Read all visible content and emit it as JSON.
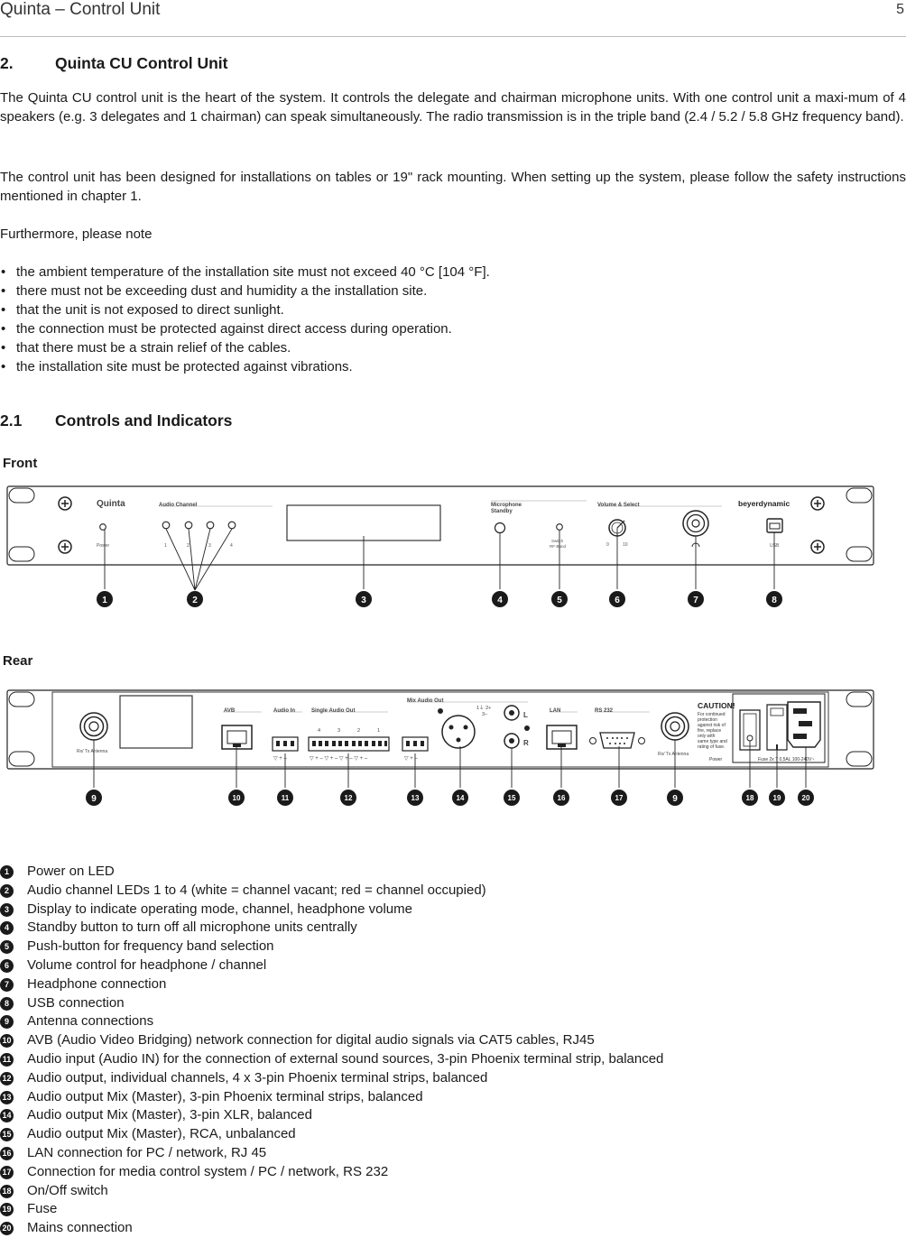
{
  "header": {
    "title": "Quinta – Control Unit",
    "page_number": "5"
  },
  "section2": {
    "number": "2.",
    "title": "Quinta CU Control Unit",
    "paragraphs": [
      "The Quinta CU control unit is the heart of the system. It controls the delegate and chairman microphone units. With one control unit a maxi-mum of 4 speakers (e.g. 3 delegates and 1 chairman) can speak simultaneously. The radio transmission is in the triple band (2.4 / 5.2 / 5.8 GHz frequency band).",
      "The control unit has been designed for installations on tables or 19\" rack mounting. When setting up the system, please follow the safety instructions mentioned in chapter 1.",
      "Furthermore, please note"
    ],
    "bullets": [
      "the ambient temperature of the installation site must not exceed 40 °C [104 °F].",
      "there must not be exceeding dust and humidity a the installation site.",
      "that the unit is not exposed to direct sunlight.",
      "the connection must be protected against direct access during operation.",
      "that there must be a strain relief of the cables.",
      "the installation site must be protected against vibrations."
    ]
  },
  "section21": {
    "number": "2.1",
    "title": "Controls and Indicators"
  },
  "front": {
    "label": "Front",
    "brand": "Quinta",
    "audio_channel": "Audio Channel",
    "channels": [
      "1",
      "2",
      "3",
      "4"
    ],
    "power": "Power",
    "mic_standby_1": "Microphone",
    "mic_standby_2": "Standby",
    "switch_1": "Switch",
    "switch_2": "RF-Band",
    "volume_select": "Volume & Select",
    "vol_min": "0",
    "vol_max": "10",
    "logo": "beyerdynamic",
    "usb": "USB",
    "callouts": [
      "1",
      "2",
      "3",
      "4",
      "5",
      "6",
      "7",
      "8"
    ]
  },
  "rear": {
    "label": "Rear",
    "antenna": "Rx/ Tx Antenna",
    "avb": "AVB",
    "audio_in": "Audio In",
    "single_audio_out": "Single Audio Out",
    "out_channels": [
      "4",
      "3",
      "2",
      "1"
    ],
    "mix_audio_out": "Mix Audio Out",
    "xlr_pins_a": "1⏚  2+",
    "xlr_pins_b": "3–",
    "l": "L",
    "r": "R",
    "lan": "LAN",
    "rs232": "RS 232",
    "caution": "CAUTION!",
    "caution_lines": [
      "For continued",
      "protection",
      "against risk of",
      "fire, replace",
      "only with",
      "same type and",
      "rating of fuse."
    ],
    "power": "Power",
    "fuse": "Fuse 2x T 0,5AL  100-240V~",
    "callouts": [
      "9",
      "10",
      "11",
      "12",
      "13",
      "14",
      "15",
      "16",
      "17",
      "9",
      "18",
      "19",
      "20"
    ]
  },
  "legend": [
    {
      "n": "1",
      "text": "Power on LED"
    },
    {
      "n": "2",
      "text": "Audio channel LEDs 1 to 4 (white = channel vacant; red = channel occupied)"
    },
    {
      "n": "3",
      "text": "Display to indicate operating mode, channel, headphone volume"
    },
    {
      "n": "4",
      "text": "Standby button to turn off all microphone units centrally"
    },
    {
      "n": "5",
      "text": "Push-button for frequency band selection"
    },
    {
      "n": "6",
      "text": "Volume control for headphone / channel"
    },
    {
      "n": "7",
      "text": "Headphone connection"
    },
    {
      "n": "8",
      "text": "USB connection"
    },
    {
      "n": "9",
      "text": "Antenna connections"
    },
    {
      "n": "10",
      "text": "AVB (Audio Video Bridging) network connection for digital audio signals via CAT5 cables, RJ45"
    },
    {
      "n": "11",
      "text": "Audio input (Audio IN) for the connection of external sound sources, 3-pin Phoenix terminal strip, balanced"
    },
    {
      "n": "12",
      "text": "Audio output, individual channels, 4 x 3-pin Phoenix terminal strips, balanced"
    },
    {
      "n": "13",
      "text": "Audio output Mix (Master), 3-pin Phoenix terminal strips, balanced"
    },
    {
      "n": "14",
      "text": "Audio output Mix (Master), 3-pin XLR, balanced"
    },
    {
      "n": "15",
      "text": "Audio output Mix (Master), RCA, unbalanced"
    },
    {
      "n": "16",
      "text": "LAN connection for PC / network, RJ 45"
    },
    {
      "n": "17",
      "text": "Connection for media control system / PC / network, RS 232"
    },
    {
      "n": "18",
      "text": "On/Off switch"
    },
    {
      "n": "19",
      "text": "Fuse"
    },
    {
      "n": "20",
      "text": "Mains connection"
    }
  ]
}
